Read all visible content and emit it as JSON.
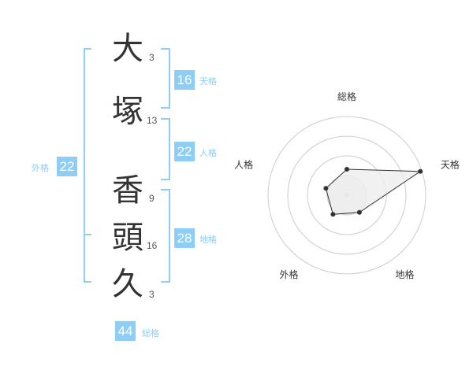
{
  "name": {
    "chars": [
      {
        "char": "大",
        "strokes": "3"
      },
      {
        "char": "塚",
        "strokes": "13"
      },
      {
        "char": "香",
        "strokes": "9"
      },
      {
        "char": "頭",
        "strokes": "16"
      },
      {
        "char": "久",
        "strokes": "3"
      }
    ]
  },
  "fortunes": {
    "tenkaku": {
      "value": "16",
      "label": "天格"
    },
    "jinkaku": {
      "value": "22",
      "label": "人格"
    },
    "chikaku": {
      "value": "28",
      "label": "地格"
    },
    "gaikaku": {
      "value": "22",
      "label": "外格"
    },
    "soukaku": {
      "value": "44",
      "label": "総格"
    }
  },
  "chart_data": {
    "type": "radar",
    "axes": [
      "総格",
      "天格",
      "地格",
      "外格",
      "人格"
    ],
    "values": [
      0.33,
      0.98,
      0.27,
      0.3,
      0.28
    ],
    "rings": 4,
    "colors": {
      "accent": "#8dcdf6",
      "line": "#333333",
      "fill": "#eeeeee",
      "grid": "#cccccc"
    }
  }
}
